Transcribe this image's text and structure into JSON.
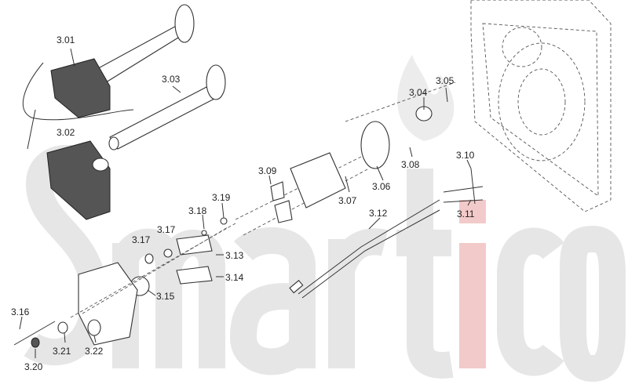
{
  "watermark": {
    "text_left": "Smart",
    "text_i": "i",
    "text_right": "co",
    "color": "#e6e6e6",
    "accent": "#f3caca"
  },
  "labels": {
    "p301": "3.01",
    "p302": "3.02",
    "p303": "3.03",
    "p304": "3.04",
    "p305": "3.05",
    "p306": "3.06",
    "p307": "3.07",
    "p308": "3.08",
    "p309": "3.09",
    "p310": "3.10",
    "p311": "3.11",
    "p312": "3.12",
    "p313": "3.13",
    "p314": "3.14",
    "p315": "3.15",
    "p316": "3.16",
    "p317a": "3.17",
    "p317b": "3.17",
    "p318": "3.18",
    "p319": "3.19",
    "p320": "3.20",
    "p321": "3.21",
    "p322": "3.22"
  }
}
